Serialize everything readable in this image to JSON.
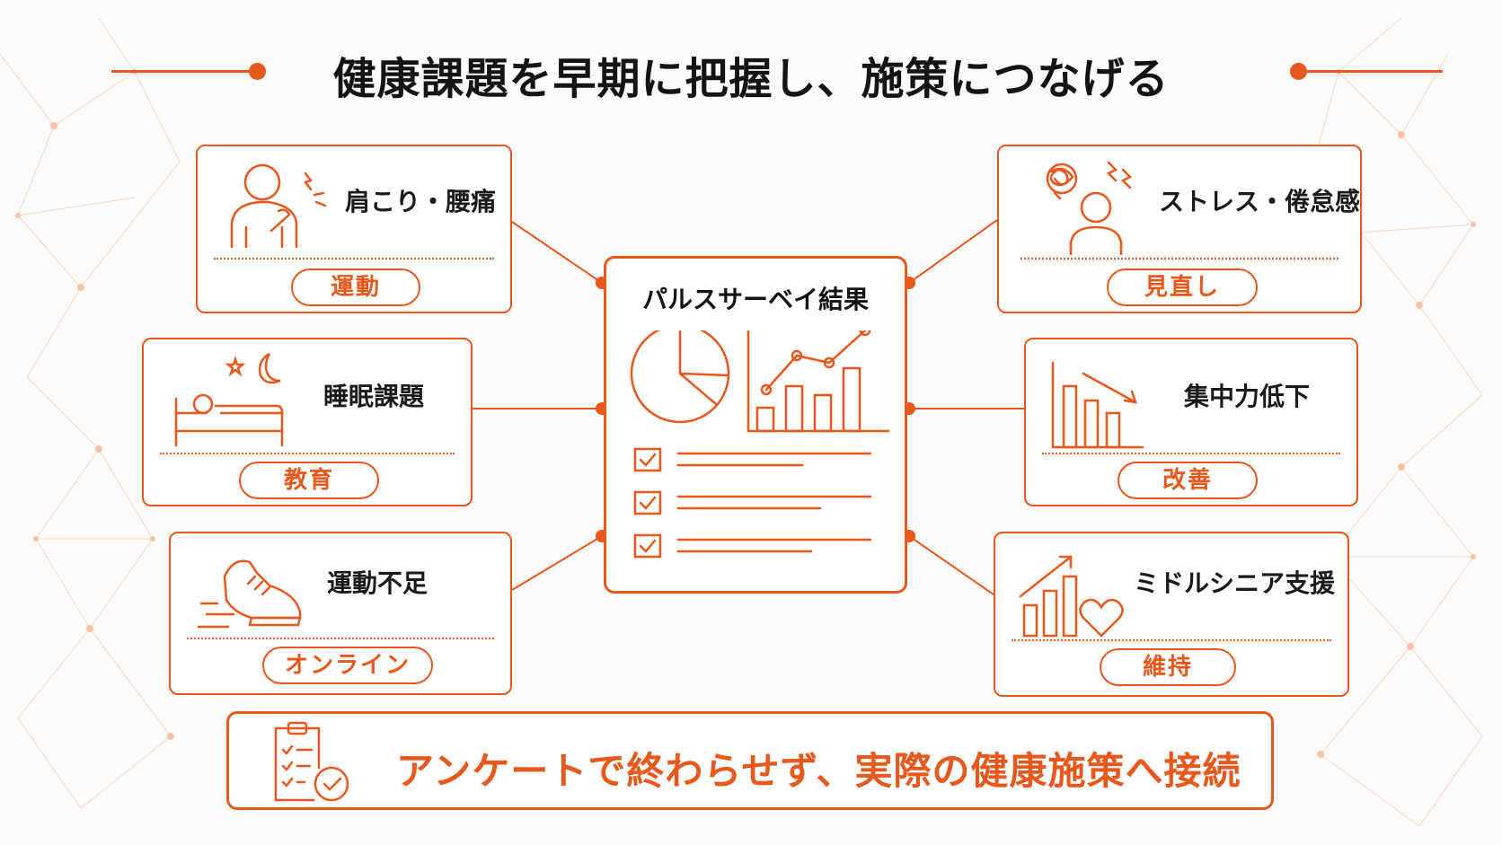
{
  "title": "健康課題を早期に把握し、施策につなげる",
  "center": {
    "title": "パルスサーベイ結果"
  },
  "issues": [
    {
      "label": "肩こり・腰痛",
      "action": "運動"
    },
    {
      "label": "睡眠課題",
      "action": "教育"
    },
    {
      "label": "運動不足",
      "action": "オンライン"
    },
    {
      "label": "ストレス・倦怠感",
      "action": "見直し"
    },
    {
      "label": "集中力低下",
      "action": "改善"
    },
    {
      "label": "ミドルシニア支援",
      "action": "維持"
    }
  ],
  "footer": {
    "message": "アンケートで終わらせず、実際の健康施策へ接続"
  },
  "colors": {
    "accent": "#e8571c",
    "text": "#1a1a1a",
    "background": "#fdfbf9"
  }
}
